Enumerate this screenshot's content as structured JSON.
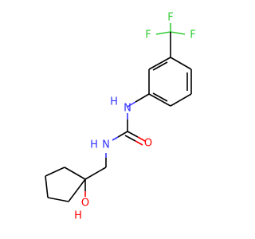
{
  "molecule": {
    "atoms": {
      "f_top": "F",
      "f_left": "F",
      "f_right": "F",
      "nh_top": "H",
      "n_top": "N",
      "n_bottom": "N",
      "nh_bottom": "H",
      "o_carbonyl": "O",
      "o_hydroxyl": "O",
      "h_hydroxyl": "H"
    },
    "colors": {
      "carbon_bond": "#000000",
      "nitrogen": "#3333ff",
      "oxygen": "#ff0000",
      "fluorine": "#33cc33"
    }
  }
}
